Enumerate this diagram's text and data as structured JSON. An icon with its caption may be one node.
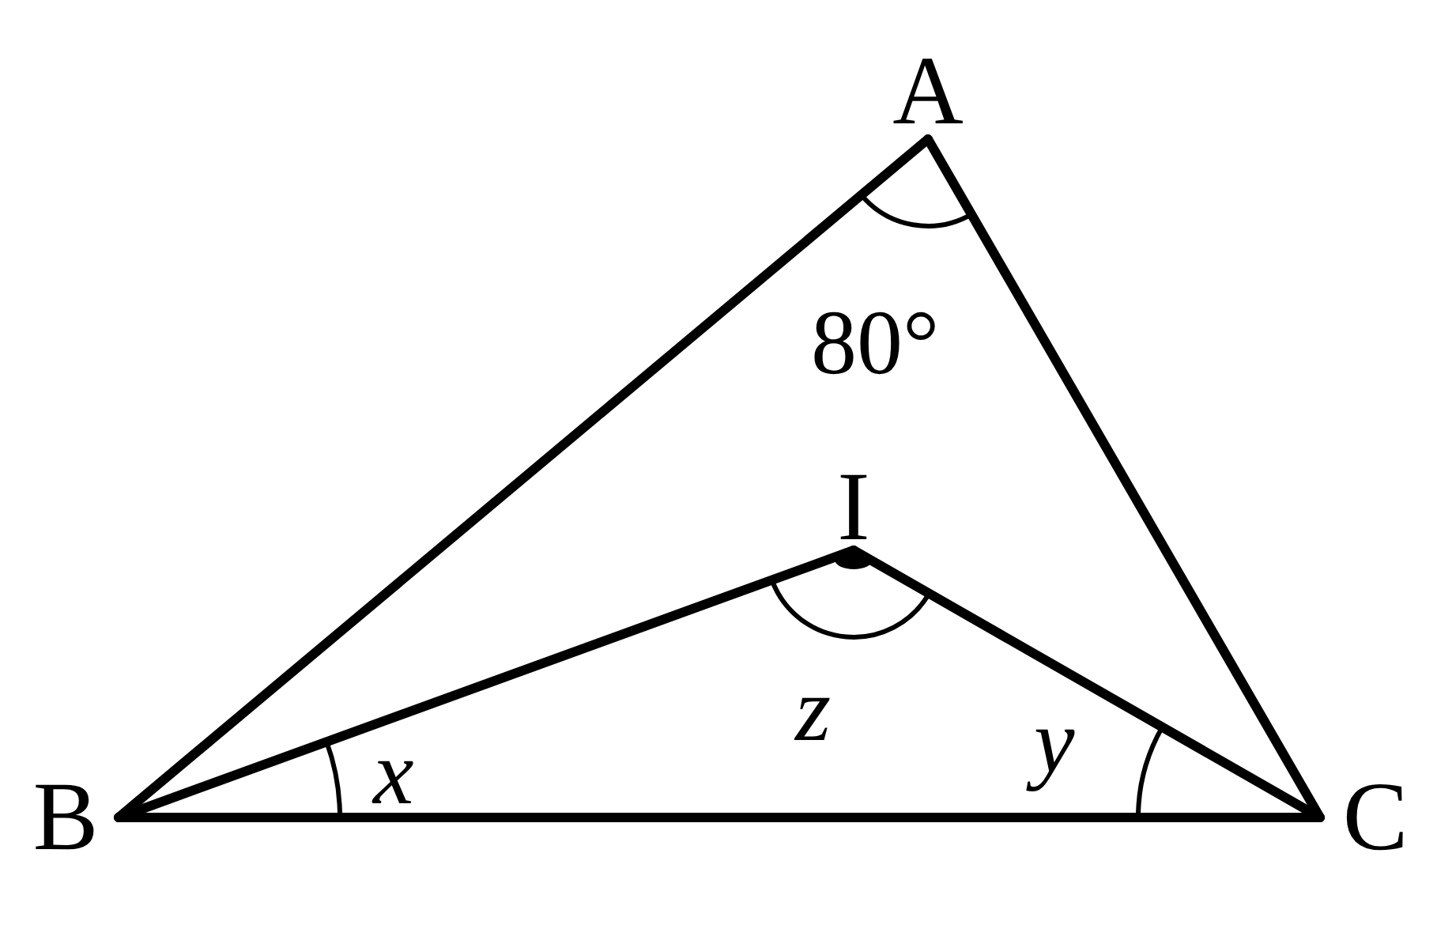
{
  "diagram": {
    "nodes": [
      {
        "text": [
          "A"
        ]
      },
      {
        "text": [
          "B"
        ]
      },
      {
        "text": [
          "C"
        ]
      },
      {
        "text": [
          "I"
        ]
      }
    ],
    "edges": [
      {
        "from": 0,
        "to": 1,
        "arrow": "none"
      },
      {
        "from": 0,
        "to": 2,
        "arrow": "none"
      },
      {
        "from": 1,
        "to": 2,
        "arrow": "none"
      },
      {
        "from": 1,
        "to": 3,
        "arrow": "none"
      },
      {
        "from": 3,
        "to": 2,
        "arrow": "none"
      }
    ],
    "labels": [
      "80°",
      "x",
      "y",
      "z"
    ]
  }
}
